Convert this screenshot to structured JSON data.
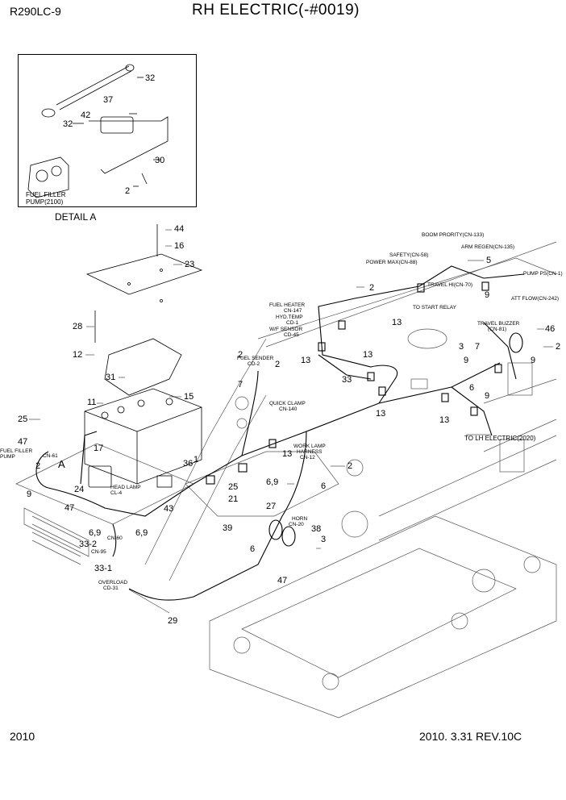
{
  "header": {
    "model": "R290LC-9",
    "title": "RH ELECTRIC(-#0019)"
  },
  "footer": {
    "page_number": "2010",
    "date_revision": "2010. 3.31  REV.10C"
  },
  "detail": {
    "label": "DETAIL  A",
    "pump_label_line1": "FUEL FILLER",
    "pump_label_line2": "PUMP(2100)",
    "callouts": [
      "32",
      "37",
      "32",
      "42",
      "30",
      "2"
    ]
  },
  "connectors": {
    "boom_priority": "BOOM PRORITY(CN-133)",
    "safety": "SAFETY(CN-58)",
    "arm_regen": "ARM REGEN(CN-135)",
    "power_max": "POWER MAX(CN-88)",
    "pump_ps": "PUMP PS(CN-1)",
    "travel_hi": "TRAVEL HI(CN-70)",
    "att_flow": "ATT  FLOW(CN-242)",
    "fuel_heater_1": "FUEL HEATER",
    "fuel_heater_2": "CN-147",
    "hyd_temp_1": "HYD.TEMP",
    "hyd_temp_2": "CD-1",
    "wif_sensor_1": "W/F SENSOR",
    "wif_sensor_2": "CD-45",
    "to_start_relay": "TO START RELAY",
    "travel_buzzer_1": "TRAVEL BUZZER",
    "travel_buzzer_2": "(CN-81)",
    "fuel_sender_1": "FUEL SENDER",
    "fuel_sender_2": "CD-2",
    "quick_clamp_1": "QUICK CLAMP",
    "quick_clamp_2": "CN-140",
    "work_lamp_1": "WORK LAMP",
    "work_lamp_2": "HARNESS",
    "work_lamp_3": "CN-12",
    "horn_1": "HORN",
    "horn_2": "CN-20",
    "head_lamp_1": "HEAD LAMP",
    "head_lamp_2": "CL-4",
    "fuel_filler_1": "FUEL FILLER",
    "fuel_filler_2": "PUMP",
    "cn61": "CN-61",
    "cn60": "CN-60",
    "cn95": "CN-95",
    "overload_1": "OVERLOAD",
    "overload_2": "CD-31",
    "to_lh_electric": "TO LH ELECTRIC(2020)",
    "detail_marker": "A"
  },
  "callouts": {
    "c44": "44",
    "c16": "16",
    "c23": "23",
    "c28": "28",
    "c12": "12",
    "c31": "31",
    "c11": "11",
    "c15": "15",
    "c25": "25",
    "c47a": "47",
    "c2a": "2",
    "c17": "17",
    "c36": "36",
    "c1": "1",
    "c9a": "9",
    "c24": "24",
    "c47b": "47",
    "c43": "43",
    "c69a": "6,9",
    "c69b": "6,9",
    "c332": "33-2",
    "c331": "33-1",
    "c29": "29",
    "c7a": "7",
    "c2b": "2",
    "c2c": "2",
    "c13a": "13",
    "c13b": "13",
    "c13c": "13",
    "c13d": "13",
    "c13e": "13",
    "c13f": "13",
    "c33": "33",
    "c25b": "25",
    "c21": "21",
    "c69c": "6,9",
    "c27": "27",
    "c6a": "6",
    "c2d": "2",
    "c39": "39",
    "c6b": "6",
    "c38": "38",
    "c3a": "3",
    "c47c": "47",
    "c2e": "2",
    "c5": "5",
    "c9b": "9",
    "c9c": "9",
    "c46": "46",
    "c2f": "2",
    "c3b": "3",
    "c7b": "7",
    "c9d": "9",
    "c6c": "6",
    "c9e": "9"
  }
}
